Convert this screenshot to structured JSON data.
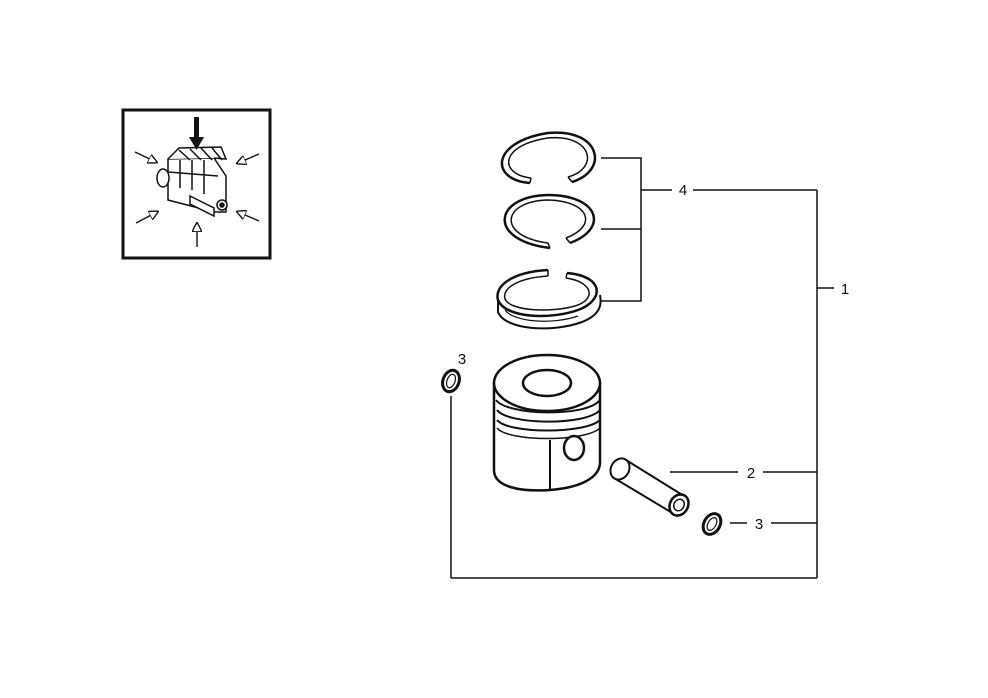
{
  "diagram": {
    "callouts": {
      "assembly": "1",
      "pin": "2",
      "retaining_ring_left": "3",
      "retaining_ring_right": "3",
      "ring_set": "4"
    },
    "inset": {
      "icon": "engine-location-icon"
    },
    "colors": {
      "line": "#111111",
      "background": "#ffffff"
    }
  }
}
